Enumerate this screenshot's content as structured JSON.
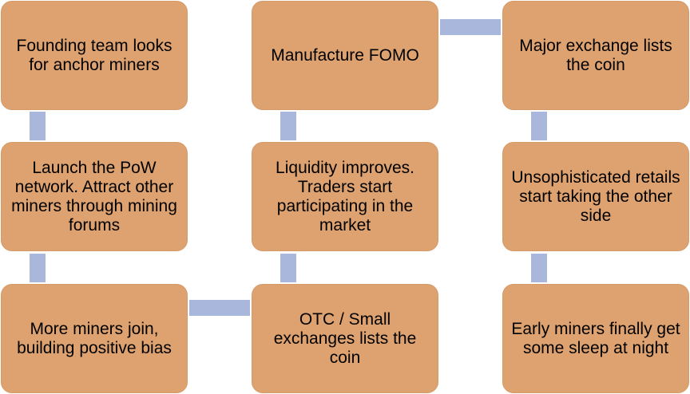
{
  "nodes": {
    "founding_team": "Founding team looks for anchor miners",
    "launch_pow": "Launch the PoW network. Attract other miners through mining forums",
    "more_miners": "More miners join, building positive bias",
    "otc_small": "OTC / Small exchanges lists the coin",
    "liquidity": "Liquidity improves. Traders start participating in the market",
    "manufacture_fomo": "Manufacture FOMO",
    "major_exchange": "Major exchange lists the coin",
    "unsophisticated": "Unsophisticated retails start taking the other side",
    "early_miners": "Early miners finally get some sleep at night"
  },
  "colors": {
    "box_fill": "#dda26f",
    "connector": "#aab7dd"
  }
}
